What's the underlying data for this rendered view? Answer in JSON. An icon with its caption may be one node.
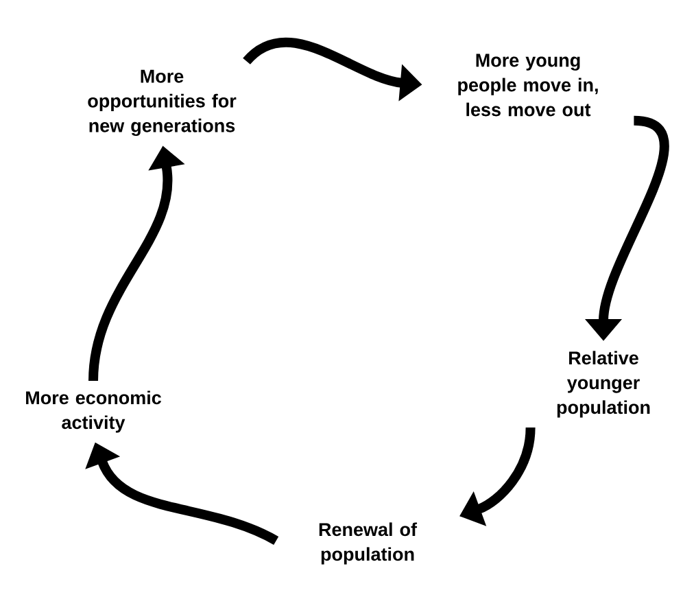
{
  "diagram": {
    "nodes": [
      {
        "text": [
          "More opportunities for new generations"
        ]
      },
      {
        "text": [
          "More young people move in, less move out"
        ]
      },
      {
        "text": [
          "Relative younger population"
        ]
      },
      {
        "text": [
          "Renewal of population"
        ]
      },
      {
        "text": [
          "More economic activity"
        ]
      }
    ],
    "edges": [
      {
        "from": 0,
        "to": 1,
        "arrow": "to"
      },
      {
        "from": 1,
        "to": 2,
        "arrow": "to"
      },
      {
        "from": 2,
        "to": 3,
        "arrow": "to"
      },
      {
        "from": 3,
        "to": 4,
        "arrow": "to"
      },
      {
        "from": 4,
        "to": 0,
        "arrow": "to"
      }
    ]
  }
}
